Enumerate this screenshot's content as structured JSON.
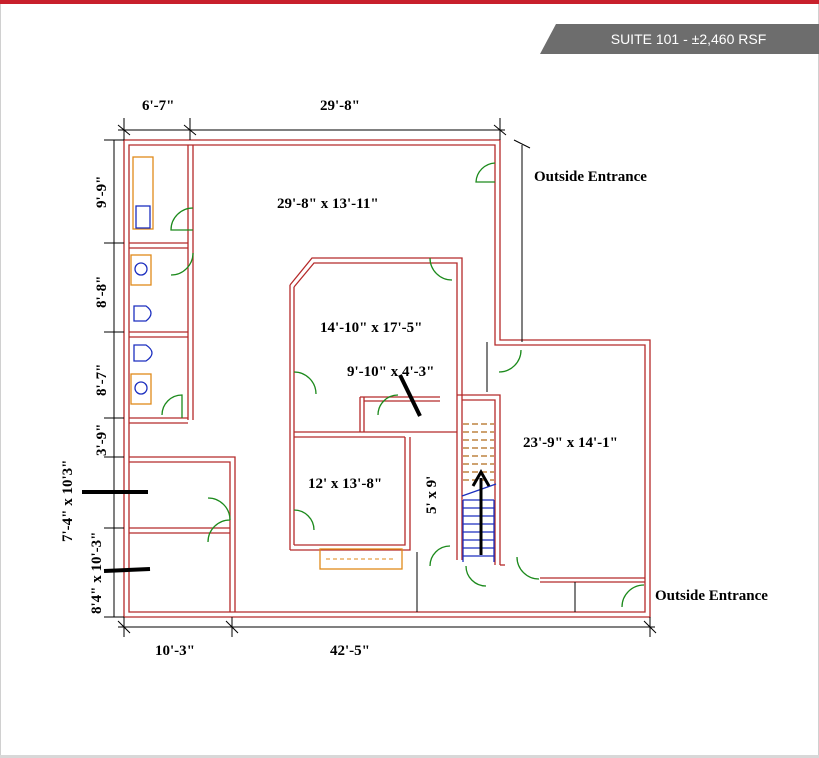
{
  "header": {
    "suite_label": "SUITE 101 - ±2,460 RSF",
    "brand_color": "#c8202c",
    "badge_color": "#6d6d6d"
  },
  "floorplan": {
    "wall_color": "#b52a2a",
    "door_color": "#1c8a1c",
    "fixture_color": "#e08a1a",
    "top_dimensions": [
      "6'-7\"",
      "29'-8\""
    ],
    "bottom_dimensions": [
      "10'-3\"",
      "42'-5\""
    ],
    "left_dimensions": [
      "9'-9\"",
      "8'-8\"",
      "8'-7\"",
      "3'-9\"",
      "7'-4\" x 10'3\"",
      "8'4\" x 10'-3\""
    ],
    "room_labels": {
      "main_area": "29'-8\" x 13'-11\"",
      "center_office": "14'-10\" x 17'-5\"",
      "small_office": "9'-10\" x 4'-3\"",
      "right_room": "23'-9\" x 14'-1\"",
      "lower_office": "12' x 13'-8\"",
      "corridor": "5' x 9'"
    },
    "entrances": [
      "Outside Entrance",
      "Outside Entrance"
    ]
  }
}
